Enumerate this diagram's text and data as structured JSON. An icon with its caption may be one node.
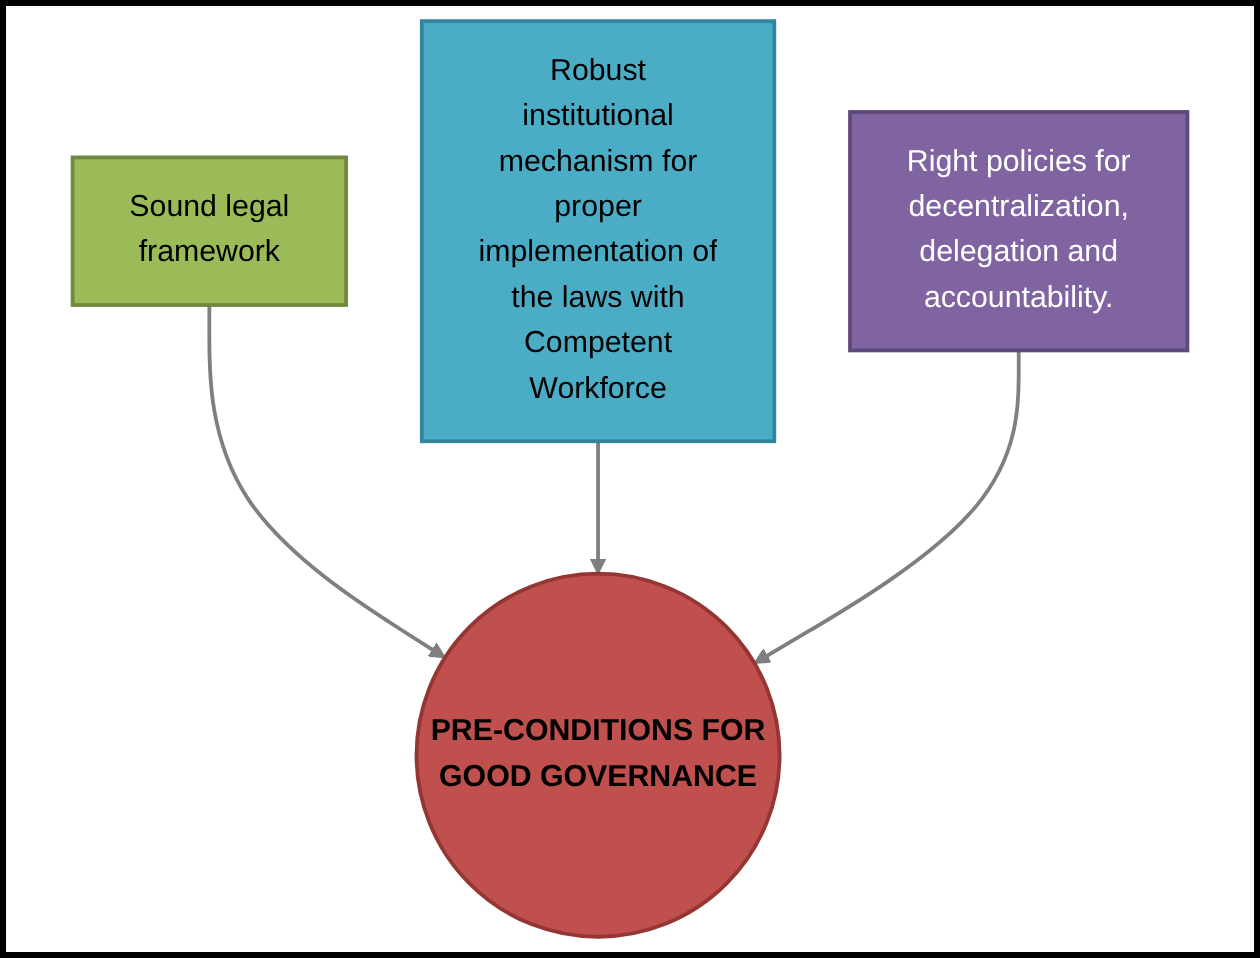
{
  "diagram": {
    "nodes": [
      {
        "text": [
          "Sound legal framework"
        ]
      },
      {
        "text": [
          "Robust institutional mechanism for proper implementation of the laws with Competent Workforce"
        ]
      },
      {
        "text": [
          "Right policies for decentralization, delegation and accountability."
        ]
      },
      {
        "text": [
          "PRE-CONDITIONS FOR GOOD GOVERNANCE"
        ]
      }
    ],
    "edges": [
      {
        "from": 0,
        "to": 3,
        "arrow": "to"
      },
      {
        "from": 1,
        "to": 3,
        "arrow": "to"
      },
      {
        "from": 2,
        "to": 3,
        "arrow": "to"
      }
    ]
  }
}
